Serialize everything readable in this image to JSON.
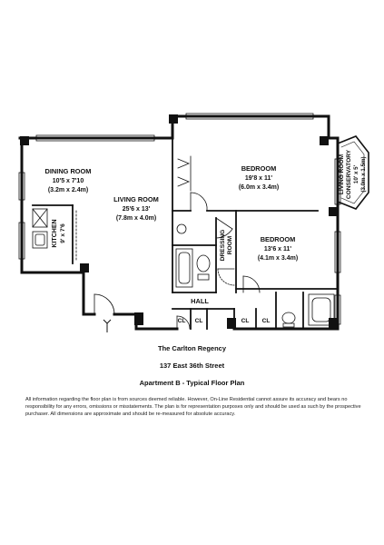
{
  "rooms": {
    "dining": {
      "name": "DINING ROOM",
      "imperial": "10'5 x 7'10",
      "metric": "(3.2m x 2.4m)"
    },
    "living": {
      "name": "LIVING ROOM",
      "imperial": "25'6 x 13'",
      "metric": "(7.8m x 4.0m)"
    },
    "bedroom1": {
      "name": "BEDROOM",
      "imperial": "19'8 x 11'",
      "metric": "(6.0m x 3.4m)"
    },
    "bedroom2": {
      "name": "BEDROOM",
      "imperial": "13'6 x 11'",
      "metric": "(4.1m x 3.4m)"
    },
    "kitchen": {
      "name": "KITCHEN",
      "imperial": "9' x 7'6"
    },
    "conservatory": {
      "line1": "LIVING ROOM",
      "line2": "CONSERVATORY",
      "imperial": "10' x 5'",
      "metric": "(3.0m x 1.5m)"
    },
    "dressing": {
      "line1": "DRESSING",
      "line2": "ROOM"
    },
    "hall": "HALL",
    "closet": "CL"
  },
  "caption": {
    "building": "The Carlton Regency",
    "address": "137 East 36th Street",
    "unit": "Apartment B - Typical Floor Plan"
  },
  "disclaimer": "All information regarding the floor plan is from sources deemed reliable. However, On-Line Residential cannot assure its accuracy and bears no responsibility for any errors, omissions or misstatements. The plan is for representation purposes only and should be used as such by the prospective purchaser. All dimensions are approximate and should be re-measured for absolute accuracy."
}
